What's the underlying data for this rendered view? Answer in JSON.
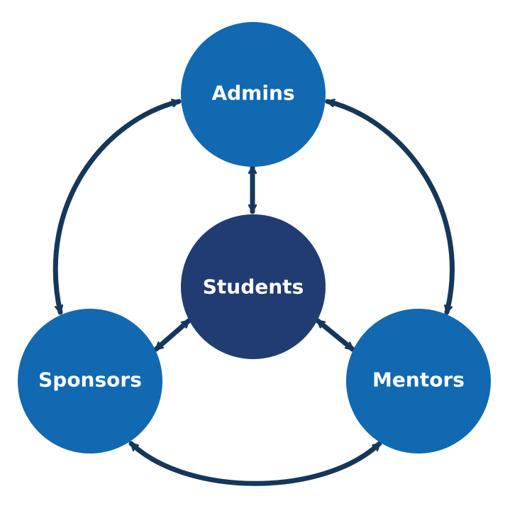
{
  "diagram": {
    "nodes": {
      "admins": {
        "label": "Admins",
        "color": "#1069b1"
      },
      "students": {
        "label": "Students",
        "color": "#213c73"
      },
      "sponsors": {
        "label": "Sponsors",
        "color": "#1069b1"
      },
      "mentors": {
        "label": "Mentors",
        "color": "#1069b1"
      }
    },
    "connector_color": "#14375a",
    "connections": [
      {
        "from": "Admins",
        "to": "Students",
        "direction": "two-way"
      },
      {
        "from": "Students",
        "to": "Sponsors",
        "direction": "two-way"
      },
      {
        "from": "Students",
        "to": "Mentors",
        "direction": "two-way"
      },
      {
        "from": "Admins",
        "to": "Sponsors",
        "direction": "two-way"
      },
      {
        "from": "Admins",
        "to": "Mentors",
        "direction": "two-way"
      },
      {
        "from": "Sponsors",
        "to": "Mentors",
        "direction": "two-way"
      }
    ]
  }
}
